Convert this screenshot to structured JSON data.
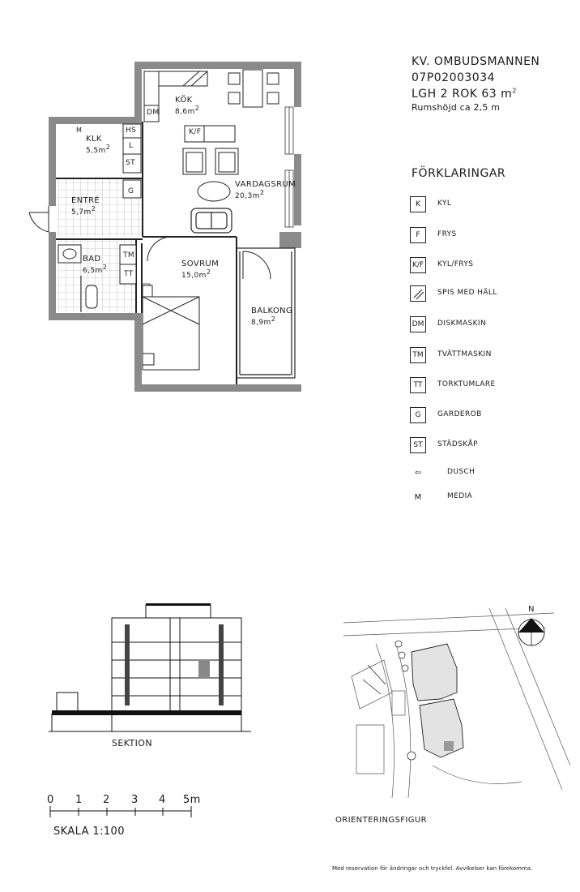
{
  "header": {
    "project": "KV. OMBUDSMANNEN",
    "code": "07P02003034",
    "apartment": "LGH 2 ROK 63 m",
    "apartment_sup": "2",
    "ceiling": "Rumshöjd ca 2,5 m"
  },
  "rooms": {
    "kok": {
      "name": "KÖK",
      "area": "8,6m",
      "sup": "2"
    },
    "klk": {
      "name": "KLK",
      "area": "5,5m",
      "sup": "2"
    },
    "entre": {
      "name": "ENTRÉ",
      "area": "5,7m",
      "sup": "2"
    },
    "bad": {
      "name": "BAD",
      "area": "6,5m",
      "sup": "2"
    },
    "vardagsrum": {
      "name": "VARDAGSRUM",
      "area": "20,3m",
      "sup": "2"
    },
    "sovrum": {
      "name": "SOVRUM",
      "area": "15,0m",
      "sup": "2"
    },
    "balkong": {
      "name": "BALKONG",
      "area": "8,9m",
      "sup": "2"
    }
  },
  "plan_marks": {
    "dm": "DM",
    "m": "M",
    "hs": "HS",
    "l": "L",
    "st": "ST",
    "kf": "K/F",
    "g": "G",
    "tm": "TM",
    "tt": "TT"
  },
  "legend": {
    "title": "FÖRKLARINGAR",
    "items": [
      {
        "code": "K",
        "label": "KYL",
        "style": "box"
      },
      {
        "code": "F",
        "label": "FRYS",
        "style": "box"
      },
      {
        "code": "K/F",
        "label": "KYL/FRYS",
        "style": "box"
      },
      {
        "code": "",
        "label": "SPIS MED HÄLL",
        "style": "stove"
      },
      {
        "code": "DM",
        "label": "DISKMASKIN",
        "style": "box"
      },
      {
        "code": "TM",
        "label": "TVÄTTMASKIN",
        "style": "box"
      },
      {
        "code": "TT",
        "label": "TORKTUMLARE",
        "style": "box"
      },
      {
        "code": "G",
        "label": "GARDEROB",
        "style": "box"
      },
      {
        "code": "ST",
        "label": "STÄDSKÅP",
        "style": "box"
      },
      {
        "code": "⇦",
        "label": "DUSCH",
        "style": "plain"
      },
      {
        "code": "M",
        "label": "MEDIA",
        "style": "plain"
      }
    ]
  },
  "section_label": "SEKTION",
  "orientation_label": "ORIENTERINGSFIGUR",
  "north": "N",
  "scale": {
    "ticks": [
      "0",
      "1",
      "2",
      "3",
      "4",
      "5m"
    ],
    "label": "SKALA 1:100"
  },
  "disclaimer": "Med reservation för ändringar och tryckfel. Avvikelser kan förekomma."
}
